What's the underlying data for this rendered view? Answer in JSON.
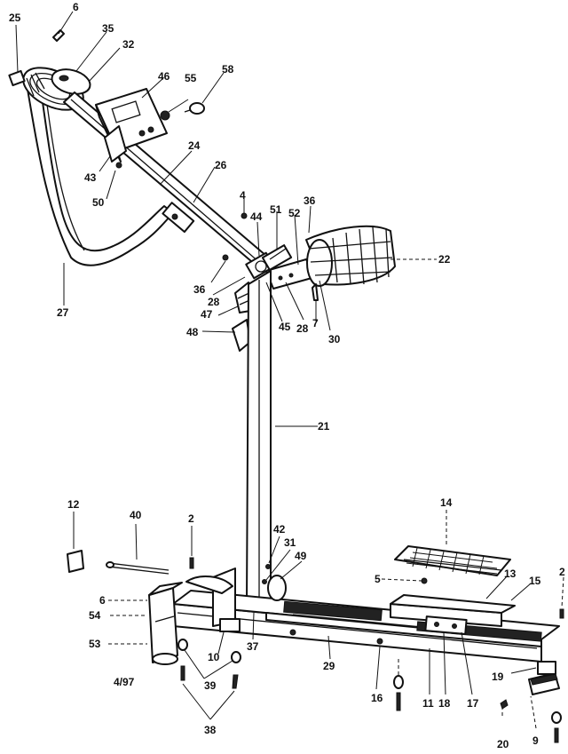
{
  "diagram": {
    "date_code": "4/97",
    "callouts": [
      "6",
      "25",
      "35",
      "32",
      "46",
      "55",
      "58",
      "24",
      "26",
      "43",
      "50",
      "4",
      "44",
      "51",
      "52",
      "36",
      "22",
      "36",
      "28",
      "45",
      "28",
      "30",
      "7",
      "47",
      "48",
      "27",
      "21",
      "12",
      "40",
      "2",
      "42",
      "31",
      "49",
      "14",
      "5",
      "13",
      "15",
      "2",
      "6",
      "54",
      "53",
      "10",
      "37",
      "29",
      "16",
      "11",
      "18",
      "17",
      "19",
      "39",
      "38",
      "20",
      "9"
    ]
  }
}
